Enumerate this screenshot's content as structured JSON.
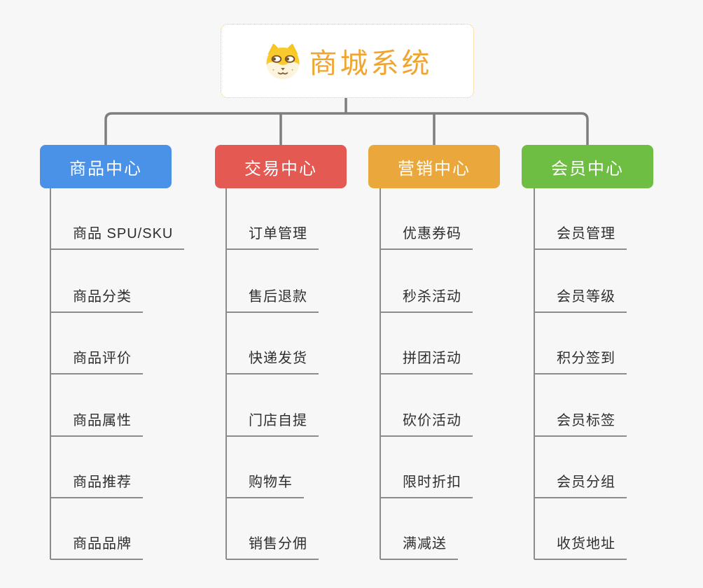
{
  "root": {
    "title": "商城系统",
    "icon": "dog-face-icon"
  },
  "colors": {
    "background": "#f7f7f7",
    "node_background": "#ffffff",
    "root_border": "#f2c078",
    "root_title": "#f0a531",
    "branch_text": "#ffffff",
    "line": "#7e7e7e",
    "leaf_line": "#8c8c8c",
    "leaf_text": "#2e2e2e"
  },
  "branches": [
    {
      "label": "商品中心",
      "color": "#4a91e8",
      "children": [
        "商品 SPU/SKU",
        "商品分类",
        "商品评价",
        "商品属性",
        "商品推荐",
        "商品品牌"
      ]
    },
    {
      "label": "交易中心",
      "color": "#e45952",
      "children": [
        "订单管理",
        "售后退款",
        "快递发货",
        "门店自提",
        "购物车",
        "销售分佣"
      ]
    },
    {
      "label": "营销中心",
      "color": "#eaa83c",
      "children": [
        "优惠券码",
        "秒杀活动",
        "拼团活动",
        "砍价活动",
        "限时折扣",
        "满减送"
      ]
    },
    {
      "label": "会员中心",
      "color": "#6fbe44",
      "children": [
        "会员管理",
        "会员等级",
        "积分签到",
        "会员标签",
        "会员分组",
        "收货地址"
      ]
    }
  ]
}
